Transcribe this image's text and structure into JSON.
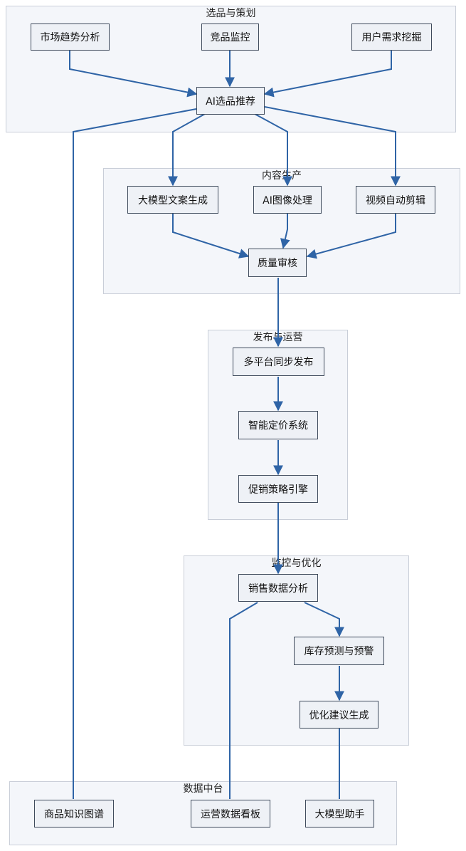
{
  "colors": {
    "edge": "#2f64a6",
    "node_border": "#3f4b5c",
    "group_bg": "#f4f6fa"
  },
  "groups": {
    "selection": {
      "label": "选品与策划"
    },
    "content": {
      "label": "内容生产"
    },
    "publish": {
      "label": "发布与运营"
    },
    "monitor": {
      "label": "监控与优化"
    },
    "platform": {
      "label": "数据中台"
    }
  },
  "nodes": {
    "market_trend": "市场趋势分析",
    "competitor": "竞品监控",
    "user_needs": "用户需求挖掘",
    "ai_pick": "AI选品推荐",
    "llm_copy": "大模型文案生成",
    "ai_image": "AI图像处理",
    "video_edit": "视频自动剪辑",
    "quality": "质量审核",
    "multi_publish": "多平台同步发布",
    "pricing": "智能定价系统",
    "promotion": "促销策略引擎",
    "sales_analysis": "销售数据分析",
    "inventory": "库存预测与预警",
    "optimize": "优化建议生成",
    "knowledge_graph": "商品知识图谱",
    "ops_board": "运营数据看板",
    "llm_assistant": "大模型助手"
  }
}
